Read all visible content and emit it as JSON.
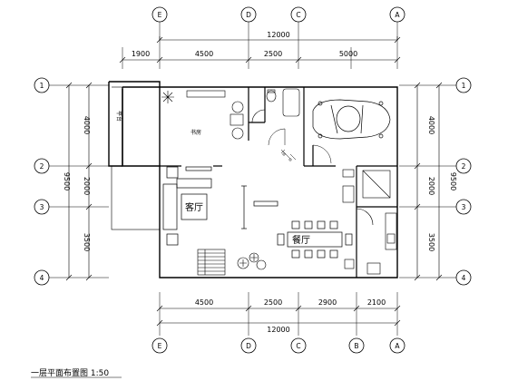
{
  "drawing": {
    "caption": "一层平面布置图 1:50",
    "top_axes": [
      "E",
      "D",
      "C",
      "A"
    ],
    "bottom_axes": [
      "E",
      "D",
      "C",
      "B",
      "A"
    ],
    "left_axes": [
      "1",
      "2",
      "3",
      "4"
    ],
    "right_axes": [
      "1",
      "2",
      "3",
      "4"
    ]
  },
  "dims_top": {
    "total": "12000",
    "segments": [
      "1900",
      "4500",
      "2500",
      "5000"
    ]
  },
  "dims_bottom": {
    "total": "12000",
    "segments": [
      "4500",
      "2500",
      "2900",
      "2100"
    ]
  },
  "dims_left": {
    "total": "9500",
    "segments": [
      "4000",
      "2000",
      "3500"
    ]
  },
  "dims_right": {
    "total": "9500",
    "segments": [
      "4000",
      "2000",
      "3500"
    ]
  },
  "rooms": {
    "living": "客厅",
    "dining": "餐厅",
    "terrace": "平台",
    "study": "书房"
  },
  "colors": {
    "line": "#000000",
    "background": "#ffffff"
  }
}
